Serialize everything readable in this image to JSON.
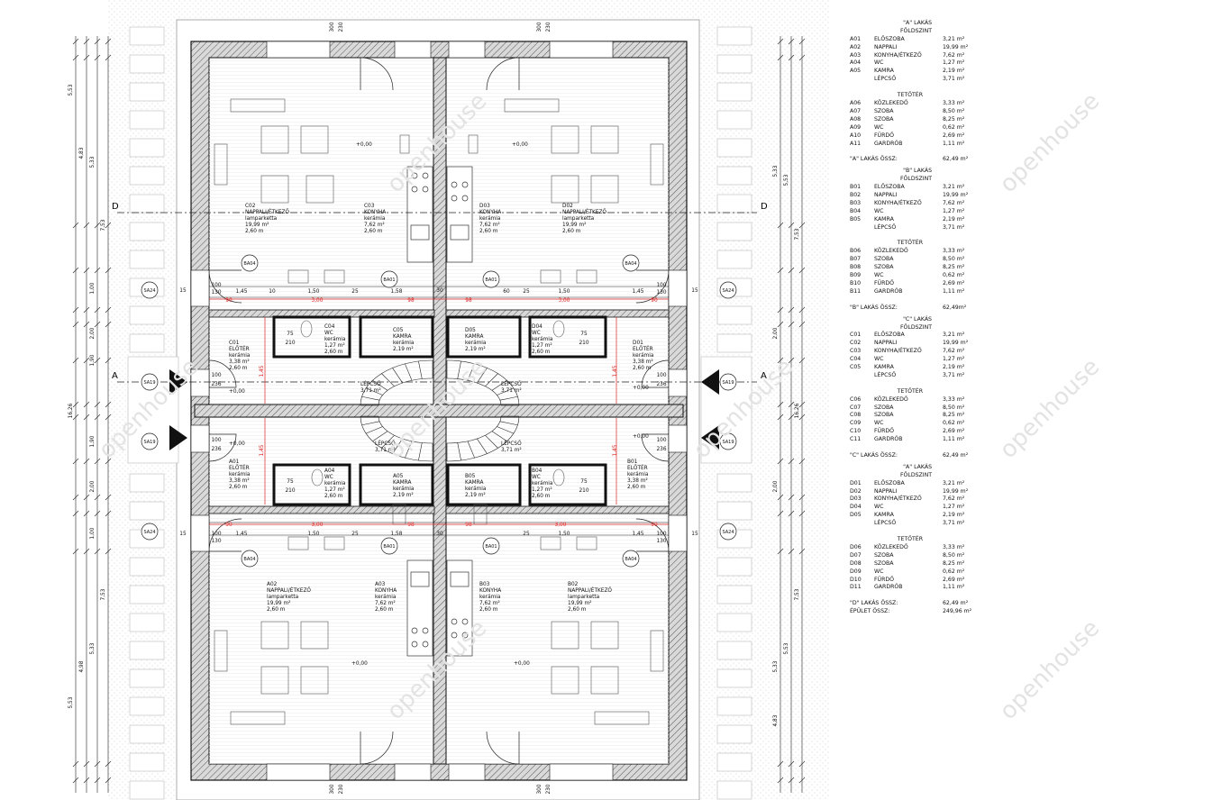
{
  "sheet": {
    "floor_label": "FÖLDSZINT",
    "roof_label": "TETŐTÉR",
    "section_a": "A",
    "section_d": "D",
    "watermark": "openhouse"
  },
  "rooms": {
    "C02": {
      "code": "C02",
      "name": "NAPPALI/ÉTKEZŐ",
      "finish": "lamparketta",
      "area": "19,99 m²",
      "height": "2,60 m"
    },
    "C03": {
      "code": "C03",
      "name": "KONYHA",
      "finish": "kerámia",
      "area": "7,62 m²",
      "height": "2,60 m"
    },
    "D03": {
      "code": "D03",
      "name": "KONYHA",
      "finish": "kerámia",
      "area": "7,62 m²",
      "height": "2,60 m"
    },
    "D02": {
      "code": "D02",
      "name": "NAPPALI/ÉTKEZŐ",
      "finish": "lamparketta",
      "area": "19,99 m²",
      "height": "2,60 m"
    },
    "C01": {
      "code": "C01",
      "name": "ELŐTÉR",
      "finish": "kerámia",
      "area": "3,38 m²",
      "height": "2,60 m"
    },
    "D01": {
      "code": "D01",
      "name": "ELŐTÉR",
      "finish": "kerámia",
      "area": "3,38 m²",
      "height": "2,60 m"
    },
    "A01": {
      "code": "A01",
      "name": "ELŐTÉR",
      "finish": "kerámia",
      "area": "3,38 m²",
      "height": "2,60 m"
    },
    "B01": {
      "code": "B01",
      "name": "ELŐTÉR",
      "finish": "kerámia",
      "area": "3,38 m²",
      "height": "2,60 m"
    },
    "C04": {
      "code": "C04",
      "name": "WC",
      "finish": "kerámia",
      "area": "1,27 m²",
      "height": "2,60 m"
    },
    "C05": {
      "code": "C05",
      "name": "KAMRA",
      "finish": "kerámia",
      "area": "2,19 m²",
      "height": ""
    },
    "D05": {
      "code": "D05",
      "name": "KAMRA",
      "finish": "kerámia",
      "area": "2,19 m²",
      "height": ""
    },
    "D04": {
      "code": "D04",
      "name": "WC",
      "finish": "kerámia",
      "area": "1,27 m²",
      "height": "2,60 m"
    },
    "A04": {
      "code": "A04",
      "name": "WC",
      "finish": "kerámia",
      "area": "1,27 m²",
      "height": "2,60 m"
    },
    "A05": {
      "code": "A05",
      "name": "KAMRA",
      "finish": "kerámia",
      "area": "2,19 m²",
      "height": ""
    },
    "B05": {
      "code": "B05",
      "name": "KAMRA",
      "finish": "kerámia",
      "area": "2,19 m²",
      "height": ""
    },
    "B04": {
      "code": "B04",
      "name": "WC",
      "finish": "kerámia",
      "area": "1,27 m²",
      "height": "2,60 m"
    },
    "A02": {
      "code": "A02",
      "name": "NAPPALI/ÉTKEZŐ",
      "finish": "lamparketta",
      "area": "19,99 m²",
      "height": "2,60 m"
    },
    "A03": {
      "code": "A03",
      "name": "KONYHA",
      "finish": "kerámia",
      "area": "7,62 m²",
      "height": "2,60 m"
    },
    "B03": {
      "code": "B03",
      "name": "KONYHA",
      "finish": "kerámia",
      "area": "7,62 m²",
      "height": "2,60 m"
    },
    "B02": {
      "code": "B02",
      "name": "NAPPALI/ÉTKEZŐ",
      "finish": "lamparketta",
      "area": "19,99 m²",
      "height": "2,60 m"
    },
    "stair": {
      "name": "LÉPCSŐ",
      "area": "3,71 m²"
    }
  },
  "levels": {
    "zero": "+0,00"
  },
  "tags": {
    "door": "BA04",
    "win": "BA01",
    "ext": "SA19",
    "ext2": "SA24"
  },
  "dims": {
    "d300": "3,00",
    "d150": "1,50",
    "d158": "1,58",
    "d145": "1,45",
    "d100": "1,00",
    "d130": "130",
    "d236": "236",
    "d210": "210",
    "d100s": "100",
    "d90": "90",
    "d98": "98",
    "d60": "60",
    "d25": "25",
    "d75": "75",
    "d10": "10",
    "d15": "15",
    "d30": "30",
    "d553": "5,53",
    "d533": "5,33",
    "d483": "4,83",
    "d753": "7,53",
    "d200": "2,00",
    "d190": "1,90",
    "d1626": "16,26",
    "d498": "4,98",
    "d230": "230",
    "d300s": "300"
  },
  "schedule": [
    {
      "header": "\"A\" LAKÁS",
      "floor": [
        {
          "code": "A01",
          "name": "ELŐSZOBA",
          "area": "3,21 m²"
        },
        {
          "code": "A02",
          "name": "NAPPALI",
          "area": "19,99 m²"
        },
        {
          "code": "A03",
          "name": "KONYHA/ÉTKEZŐ",
          "area": "7,62 m²"
        },
        {
          "code": "A04",
          "name": "WC",
          "area": "1,27 m²"
        },
        {
          "code": "A05",
          "name": "KAMRA",
          "area": "2,19 m²"
        },
        {
          "code": "",
          "name": "LÉPCSŐ",
          "area": "3,71 m²"
        }
      ],
      "roof": [
        {
          "code": "A06",
          "name": "KÖZLEKEDŐ",
          "area": "3,33 m²"
        },
        {
          "code": "A07",
          "name": "SZOBA",
          "area": "8,50 m²"
        },
        {
          "code": "A08",
          "name": "SZOBA",
          "area": "8,25 m²"
        },
        {
          "code": "A09",
          "name": "WC",
          "area": "0,62 m²"
        },
        {
          "code": "A10",
          "name": "FÜRDŐ",
          "area": "2,69 m²"
        },
        {
          "code": "A11",
          "name": "GARDRÓB",
          "area": "1,11 m²"
        }
      ],
      "total_label": "\"A\" LAKÁS ÖSSZ:",
      "total": "62,49 m²"
    },
    {
      "header": "\"B\" LAKÁS",
      "floor": [
        {
          "code": "B01",
          "name": "ELŐSZOBA",
          "area": "3,21 m²"
        },
        {
          "code": "B02",
          "name": "NAPPALI",
          "area": "19,99 m²"
        },
        {
          "code": "B03",
          "name": "KONYHA/ÉTKEZŐ",
          "area": "7,62 m²"
        },
        {
          "code": "B04",
          "name": "WC",
          "area": "1,27 m²"
        },
        {
          "code": "B05",
          "name": "KAMRA",
          "area": "2,19 m²"
        },
        {
          "code": "",
          "name": "LÉPCSŐ",
          "area": "3,71 m²"
        }
      ],
      "roof": [
        {
          "code": "B06",
          "name": "KÖZLEKEDŐ",
          "area": "3,33 m²"
        },
        {
          "code": "B07",
          "name": "SZOBA",
          "area": "8,50 m²"
        },
        {
          "code": "B08",
          "name": "SZOBA",
          "area": "8,25 m²"
        },
        {
          "code": "B09",
          "name": "WC",
          "area": "0,62 m²"
        },
        {
          "code": "B10",
          "name": "FÜRDŐ",
          "area": "2,69 m²"
        },
        {
          "code": "B11",
          "name": "GARDRÓB",
          "area": "1,11 m²"
        }
      ],
      "total_label": "\"B\" LAKÁS ÖSSZ:",
      "total": "62,49m²"
    },
    {
      "header": "\"C\" LAKÁS",
      "floor": [
        {
          "code": "C01",
          "name": "ELŐSZOBA",
          "area": "3,21 m²"
        },
        {
          "code": "C02",
          "name": "NAPPALI",
          "area": "19,99 m²"
        },
        {
          "code": "C03",
          "name": "KONYHA/ÉTKEZŐ",
          "area": "7,62 m²"
        },
        {
          "code": "C04",
          "name": "WC",
          "area": "1,27 m²"
        },
        {
          "code": "C05",
          "name": "KAMRA",
          "area": "2,19 m²"
        },
        {
          "code": "",
          "name": "LÉPCSŐ",
          "area": "3,71 m²"
        }
      ],
      "roof": [
        {
          "code": "C06",
          "name": "KÖZLEKEDŐ",
          "area": "3,33 m²"
        },
        {
          "code": "C07",
          "name": "SZOBA",
          "area": "8,50 m²"
        },
        {
          "code": "C08",
          "name": "SZOBA",
          "area": "8,25 m²"
        },
        {
          "code": "C09",
          "name": "WC",
          "area": "0,62 m²"
        },
        {
          "code": "C10",
          "name": "FÜRDŐ",
          "area": "2,69 m²"
        },
        {
          "code": "C11",
          "name": "GARDRÓB",
          "area": "1,11 m²"
        }
      ],
      "total_label": "\"C\" LAKÁS ÖSSZ:",
      "total": "62,49 m²"
    },
    {
      "header": "\"A\" LAKÁS",
      "floor": [
        {
          "code": "D01",
          "name": "ELŐSZOBA",
          "area": "3,21 m²"
        },
        {
          "code": "D02",
          "name": "NAPPALI",
          "area": "19,99 m²"
        },
        {
          "code": "D03",
          "name": "KONYHA/ÉTKEZŐ",
          "area": "7,62 m²"
        },
        {
          "code": "D04",
          "name": "WC",
          "area": "1,27 m²"
        },
        {
          "code": "D05",
          "name": "KAMRA",
          "area": "2,19 m²"
        },
        {
          "code": "",
          "name": "LÉPCSŐ",
          "area": "3,71 m²"
        }
      ],
      "roof": [
        {
          "code": "D06",
          "name": "KÖZLEKEDŐ",
          "area": "3,33 m²"
        },
        {
          "code": "D07",
          "name": "SZOBA",
          "area": "8,50 m²"
        },
        {
          "code": "D08",
          "name": "SZOBA",
          "area": "8,25 m²"
        },
        {
          "code": "D09",
          "name": "WC",
          "area": "0,62 m²"
        },
        {
          "code": "D10",
          "name": "FÜRDŐ",
          "area": "2,69 m²"
        },
        {
          "code": "D11",
          "name": "GARDRÓB",
          "area": "1,11 m²"
        }
      ],
      "total_label": "\"D\" LAKÁS ÖSSZ:",
      "total": "62,49 m²"
    }
  ],
  "building_total_label": "ÉPÜLET ÖSSZ:",
  "building_total": "249,96 m²"
}
